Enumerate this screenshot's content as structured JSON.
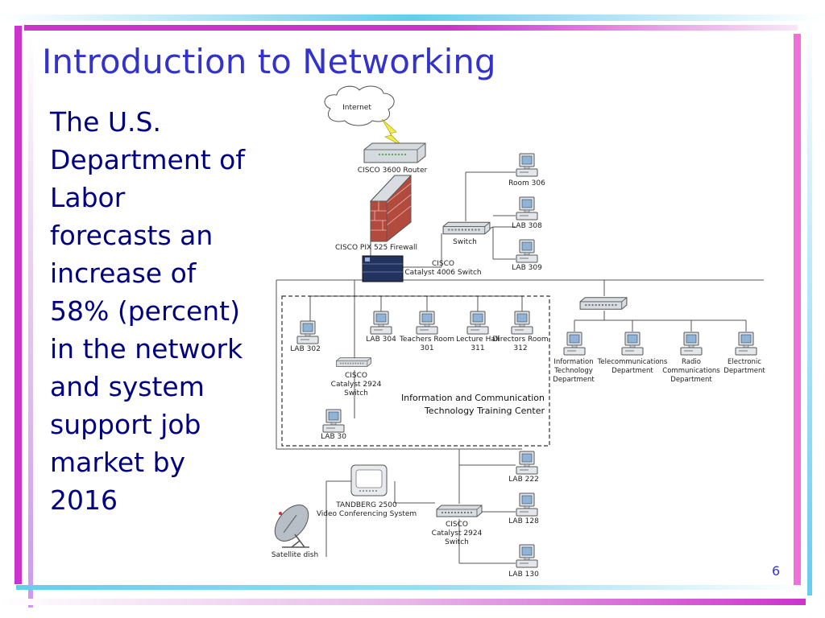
{
  "slide": {
    "title": "Introduction to Networking",
    "body_lines": [
      "The U.S.",
      "Department of",
      "Labor",
      "forecasts an",
      "increase of",
      "58% (percent)",
      "in the network",
      "and system",
      "support job",
      "market by",
      "2016"
    ],
    "slide_number": "6"
  },
  "diagram": {
    "internet": "Internet",
    "router": "CISCO 3600 Router",
    "firewall": "CISCO PIX 525 Firewall",
    "core_switch": [
      "CISCO",
      "Catalyst 4006 Switch"
    ],
    "switch_top": "Switch",
    "rooms_top": [
      "Room 306",
      "LAB 308",
      "LAB 309"
    ],
    "center_computers": [
      [
        "LAB 304"
      ],
      [
        "Teachers Room",
        "301"
      ],
      [
        "Lecture Hall",
        "311"
      ],
      [
        "Directors Room",
        "312"
      ]
    ],
    "lab302": "LAB 302",
    "catalyst_2924_top": [
      "CISCO",
      "Catalyst 2924",
      "Switch"
    ],
    "lab30": "LAB 30",
    "training_center": [
      "Information and Communication",
      "Technology Training Center"
    ],
    "departments": [
      [
        "Information",
        "Technology",
        "Department"
      ],
      [
        "Telecommunications",
        "Department"
      ],
      [
        "Radio",
        "Communications",
        "Department"
      ],
      [
        "Electronic",
        "Department"
      ]
    ],
    "tandberg": [
      "TANDBERG 2500",
      "Video Conferencing System"
    ],
    "satellite": "Satellite dish",
    "catalyst_2924_bottom": [
      "CISCO",
      "Catalyst 2924",
      "Switch"
    ],
    "labs_bottom": [
      "LAB 222",
      "LAB 128",
      "LAB 130"
    ]
  },
  "colors": {
    "title": "#3333cc",
    "body_text": "#000080",
    "accent_magenta": "#cc33cc",
    "accent_cyan": "#66ccee",
    "firewall_brick": "#b24a3e",
    "core_switch": "#22335f"
  }
}
